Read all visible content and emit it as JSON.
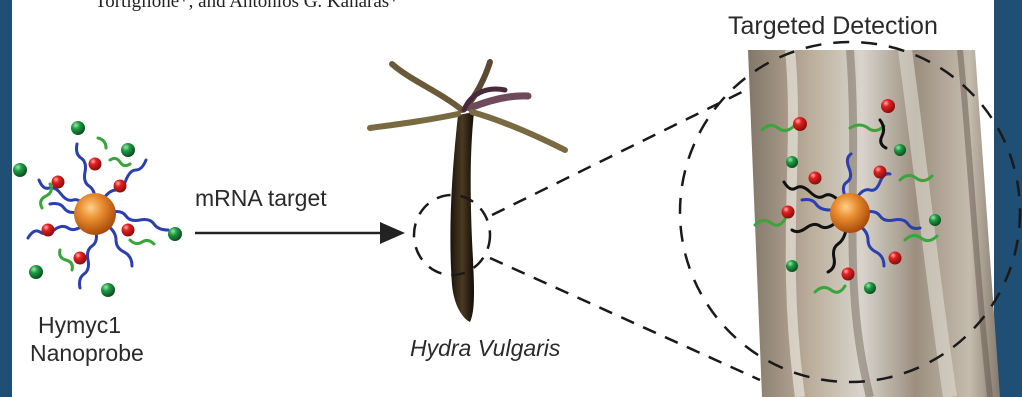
{
  "header": {
    "authors": "Tortiglione*, and Antonios G. Kanaras*"
  },
  "left": {
    "probe_name": "Hymyc1",
    "probe_type": "Nanoprobe"
  },
  "arrow": {
    "label": "mRNA target"
  },
  "center": {
    "organism": "Hydra Vulgaris"
  },
  "right": {
    "title": "Targeted Detection"
  },
  "colors": {
    "frame": "#1f4f74",
    "nanoparticle": "#e07a22",
    "strand_blue": "#2b3fae",
    "strand_green": "#3aa53a",
    "red_bead": "#d91f1f",
    "green_bead": "#1e8a3c",
    "dash": "#1a1a1a",
    "tissue": "#8a7a6a"
  }
}
